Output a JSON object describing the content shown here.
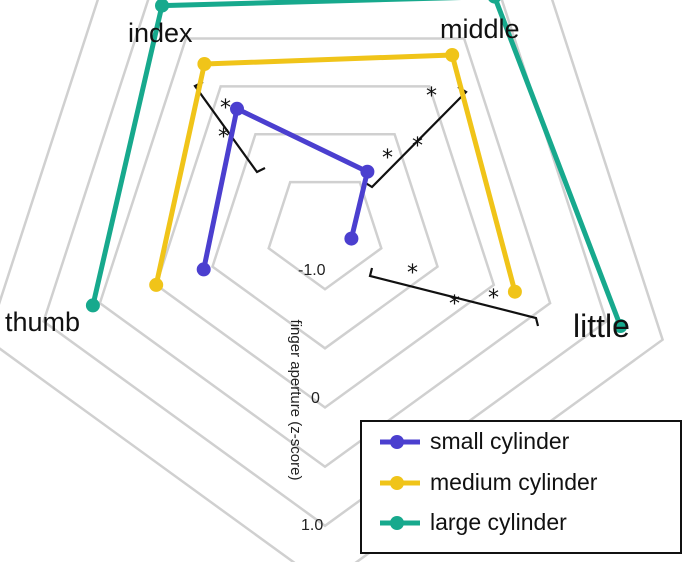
{
  "chart_data": {
    "type": "radar",
    "axes": [
      "index",
      "middle",
      "little",
      "thumb"
    ],
    "y_label": "finger aperture (z-score)",
    "y_ticks": [
      "-1.0",
      "0",
      "1.0"
    ],
    "rlim": [
      -1.6,
      1.6
    ],
    "grid": true,
    "legend_position": "bottom-right",
    "series": [
      {
        "name": "small cylinder",
        "color": "#4b3fcf",
        "values": {
          "index": -0.25,
          "middle": -0.95,
          "little": -1.35,
          "thumb": -0.45
        }
      },
      {
        "name": "medium cylinder",
        "color": "#f0c419",
        "values": {
          "index": 0.25,
          "middle": 0.35,
          "little": 0.2,
          "thumb": 0.0
        }
      },
      {
        "name": "large cylinder",
        "color": "#17a98d",
        "values": {
          "index": 0.9,
          "middle": 1.0,
          "little": 1.2,
          "thumb": 0.6
        }
      }
    ],
    "annotations": [
      "*",
      "*",
      "*",
      "*",
      "*",
      "*",
      "*",
      "*"
    ]
  }
}
